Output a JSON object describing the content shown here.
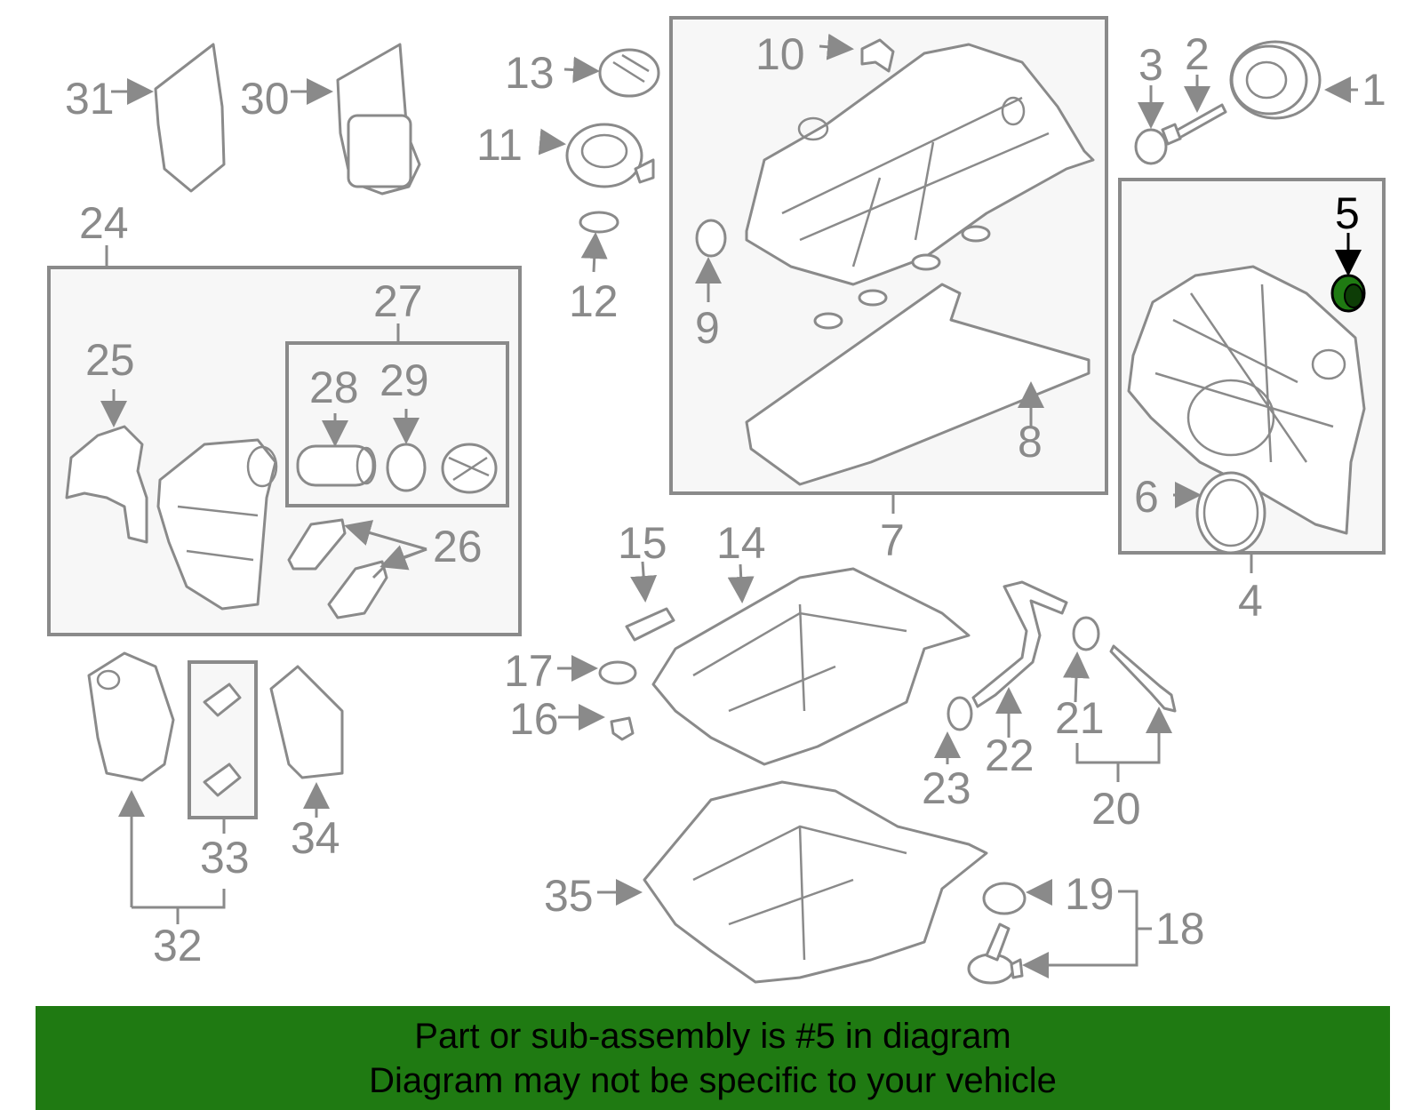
{
  "labels": {
    "p1": "1",
    "p2": "2",
    "p3": "3",
    "p4": "4",
    "p5": "5",
    "p6": "6",
    "p7": "7",
    "p8": "8",
    "p9": "9",
    "p10": "10",
    "p11": "11",
    "p12": "12",
    "p13": "13",
    "p14": "14",
    "p15": "15",
    "p16": "16",
    "p17": "17",
    "p18": "18",
    "p19": "19",
    "p20": "20",
    "p21": "21",
    "p22": "22",
    "p23": "23",
    "p24": "24",
    "p25": "25",
    "p26": "26",
    "p27": "27",
    "p28": "28",
    "p29": "29",
    "p30": "30",
    "p31": "31",
    "p32": "32",
    "p33": "33",
    "p34": "34",
    "p35": "35"
  },
  "highlight": {
    "part": "5",
    "color": "#1f7a12"
  },
  "banner": {
    "line1": "Part or sub-assembly is #5 in diagram",
    "line2": "Diagram may not be specific to your vehicle",
    "background": "#1f7a12"
  }
}
